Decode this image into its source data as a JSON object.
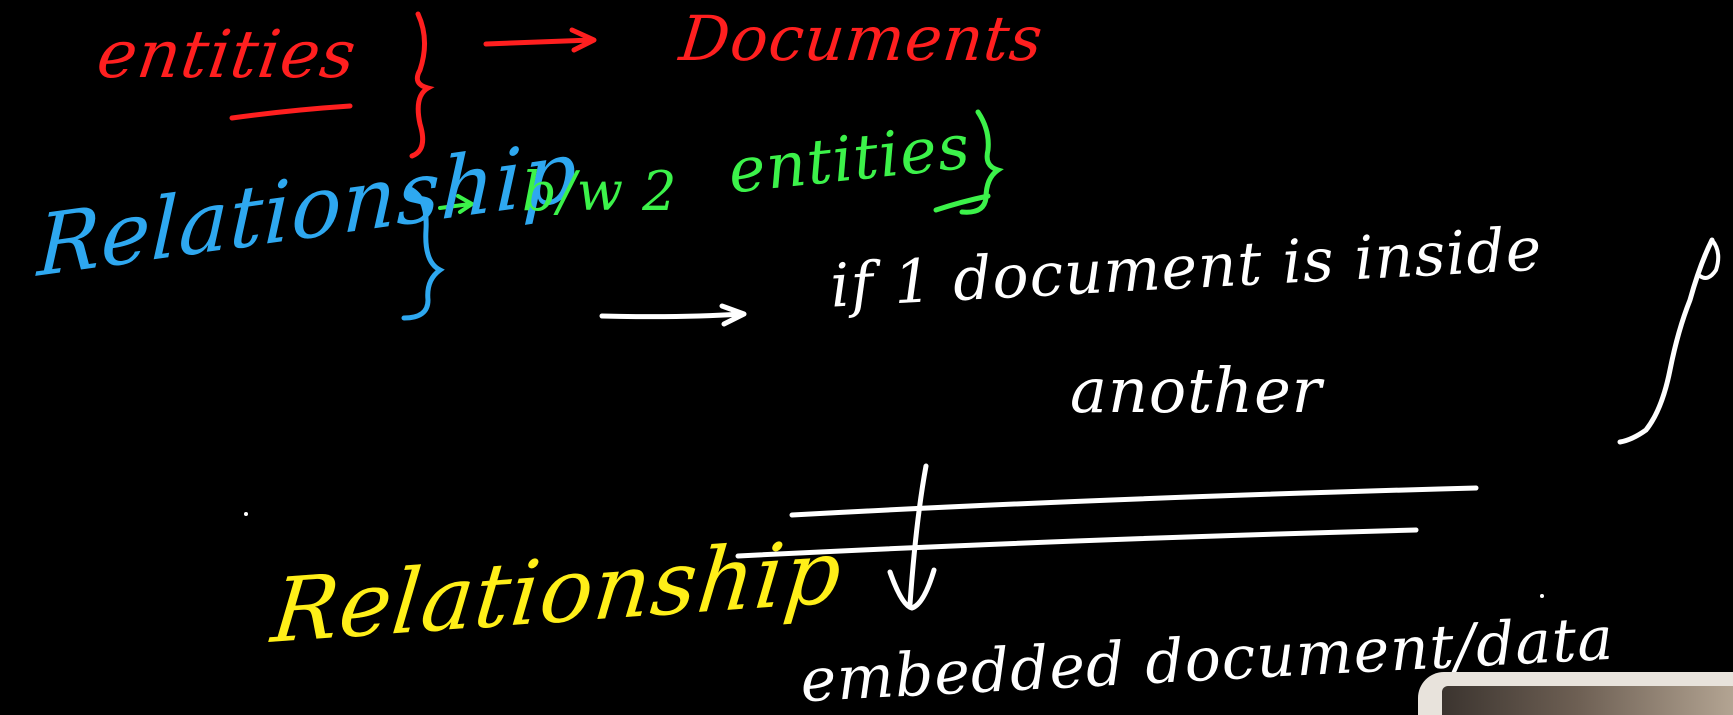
{
  "colors": {
    "background": "#000000",
    "red": "#ff1f1f",
    "blue": "#2ea8f0",
    "green": "#3cf24a",
    "white": "#ffffff",
    "yellow": "#ffef18"
  },
  "notes": {
    "entities": "entities",
    "documents": "Documents",
    "relationship_blue": "Relationship",
    "between": "b/w 2",
    "entities_green": "entities",
    "if_doc_line1": "if 1 document is inside",
    "if_doc_line2": "another",
    "relationship_yellow": "Relationship",
    "embedded": "embedded document/data"
  }
}
